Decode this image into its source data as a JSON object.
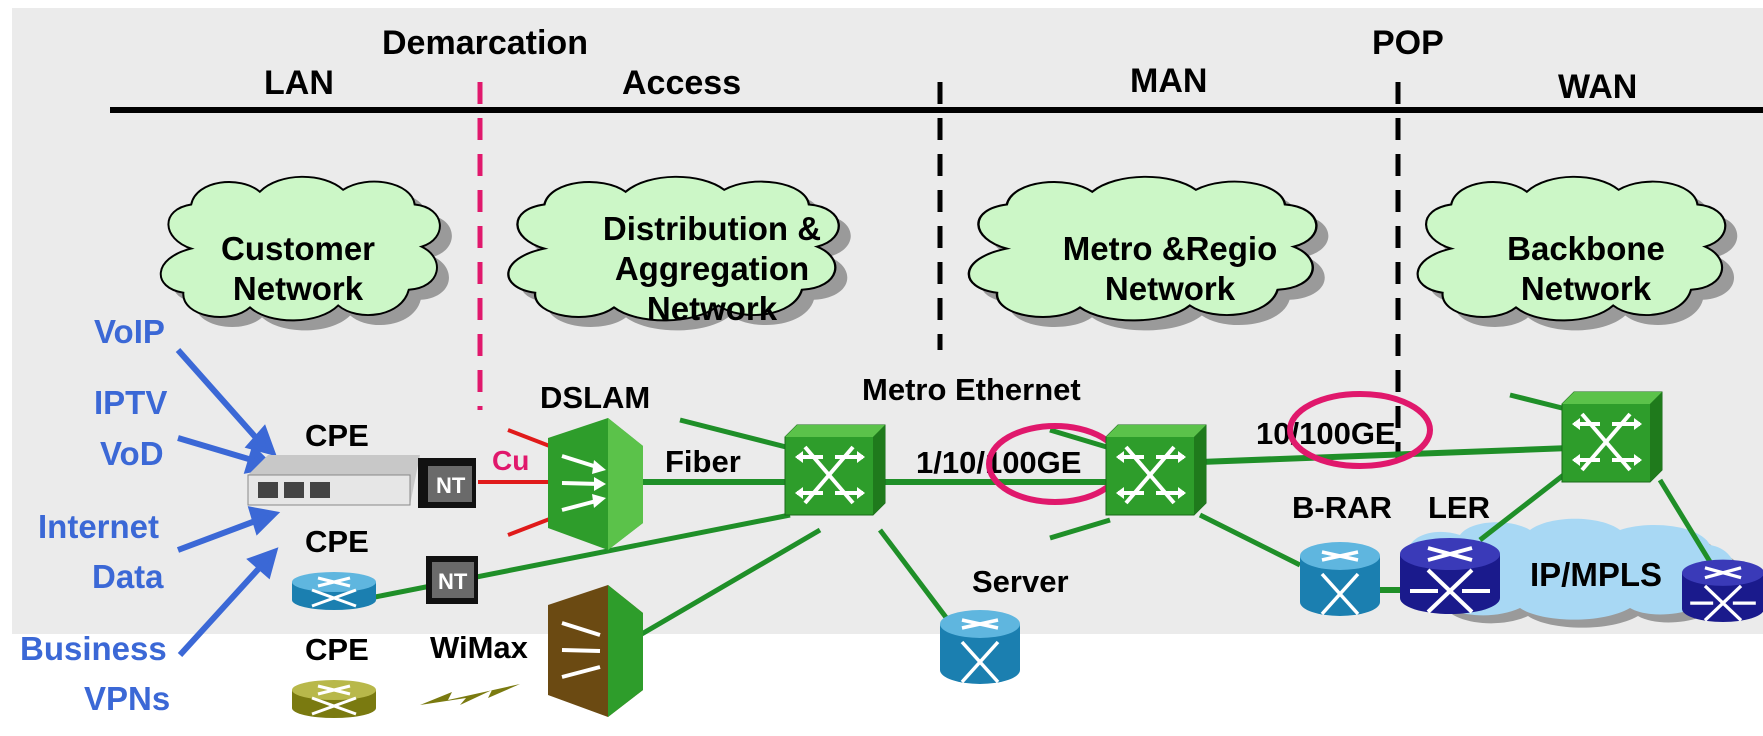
{
  "headers": {
    "demarcation": "Demarcation",
    "lan": "LAN",
    "access": "Access",
    "man": "MAN",
    "pop": "POP",
    "wan": "WAN"
  },
  "clouds": {
    "customer": [
      "Customer",
      "Network"
    ],
    "distribution": [
      "Distribution &",
      "Aggregation",
      "Network"
    ],
    "metro": [
      "Metro &Regio",
      "Network"
    ],
    "backbone": [
      "Backbone",
      "Network"
    ]
  },
  "services": {
    "voip": "VoIP",
    "iptv": "IPTV",
    "vod": "VoD",
    "internet": "Internet",
    "data": "Data",
    "business": "Business",
    "vpns": "VPNs"
  },
  "labels": {
    "cpe1": "CPE",
    "cpe2": "CPE",
    "cpe3": "CPE",
    "nt1": "NT",
    "nt2": "NT",
    "cu": "Cu",
    "dslam": "DSLAM",
    "fiber": "Fiber",
    "wimax": "WiMax",
    "metro_ethernet": "Metro Ethernet",
    "speed1": "1/10/100GE",
    "speed2": "10/100GE",
    "server": "Server",
    "brar": "B-RAR",
    "ler": "LER",
    "ipmpls": "IP/MPLS"
  },
  "colors": {
    "cloud_fill": "#ccf7c7",
    "link_green": "#1f8f28",
    "switch_green": "#2e9d2b",
    "router_blue": "#1b7fb0",
    "ler_navy": "#1a1a8c",
    "service_blue": "#3b68d6",
    "magenta": "#e0186c",
    "copper_red": "#e01a1a",
    "olive": "#7a7a10"
  }
}
